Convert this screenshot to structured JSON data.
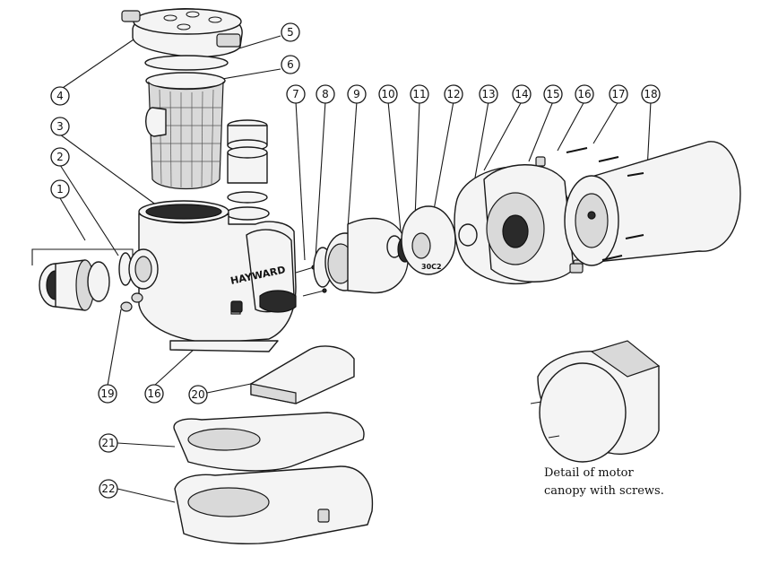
{
  "brand_label": "HAYWARD",
  "impeller_label": "30C2",
  "callouts": [
    {
      "id": "1",
      "label": "1"
    },
    {
      "id": "2",
      "label": "2"
    },
    {
      "id": "3",
      "label": "3"
    },
    {
      "id": "4",
      "label": "4"
    },
    {
      "id": "5",
      "label": "5"
    },
    {
      "id": "6",
      "label": "6"
    },
    {
      "id": "7",
      "label": "7"
    },
    {
      "id": "8",
      "label": "8"
    },
    {
      "id": "9",
      "label": "9"
    },
    {
      "id": "10",
      "label": "10"
    },
    {
      "id": "11",
      "label": "11"
    },
    {
      "id": "12",
      "label": "12"
    },
    {
      "id": "13",
      "label": "13"
    },
    {
      "id": "14",
      "label": "14"
    },
    {
      "id": "15",
      "label": "15"
    },
    {
      "id": "16a",
      "label": "16"
    },
    {
      "id": "17",
      "label": "17"
    },
    {
      "id": "18",
      "label": "18"
    },
    {
      "id": "19",
      "label": "19"
    },
    {
      "id": "16b",
      "label": "16"
    },
    {
      "id": "20",
      "label": "20"
    },
    {
      "id": "21",
      "label": "21"
    },
    {
      "id": "22",
      "label": "22"
    }
  ],
  "detail_caption": {
    "line1": "Detail of motor",
    "line2": "canopy with screws."
  }
}
